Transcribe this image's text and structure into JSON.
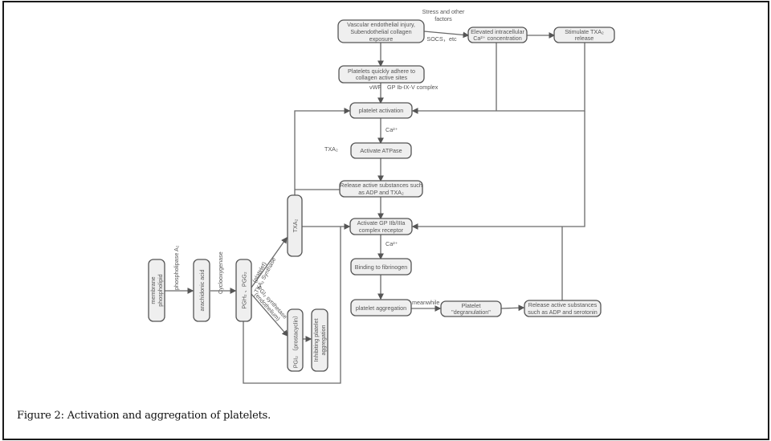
{
  "figure": {
    "caption_label": "Figure 2:",
    "caption_text": " Activation and aggregation of platelets."
  },
  "nodes": {
    "vascular_injury": [
      "Vascular endothelial injury,",
      "Subendothelial collagen",
      "exposure"
    ],
    "elevated_ca": [
      "Elevated intracellular",
      "Ca²⁺ concentration"
    ],
    "stimulate_txa2": [
      "Stimulate TXA₂",
      "release"
    ],
    "platelets_adhere": [
      "Platelets quickly adhere to",
      "collagen active sites"
    ],
    "platelet_activation": [
      "platelet activation"
    ],
    "activate_atpase": [
      "Activate ATPase"
    ],
    "release_adp_txa2": [
      "Release active substances such",
      "as ADP and TXA₂"
    ],
    "activate_gp": [
      "Activate GP IIb/IIIa",
      "complex receptor"
    ],
    "binding_fibrinogen": [
      "Binding to fibrinogen"
    ],
    "platelet_aggregation": [
      "platelet aggregation"
    ],
    "degranulation": [
      "Platelet",
      "\"degranulation\""
    ],
    "release_adp_serotonin": [
      "Release active substances",
      "such as ADP and serotonin"
    ],
    "membrane_phospholipid": [
      "membrane",
      "phospholipid"
    ],
    "arachidonic_acid": [
      "arachidonic acid"
    ],
    "pgh2_pgg2": [
      "PGH₂ 、PGG₂"
    ],
    "txa2": [
      "TXA₂"
    ],
    "pgi2": [
      "PGI₂ （prostacyclin）"
    ],
    "inhibiting": [
      "Inhibiting platelet",
      "aggregation"
    ]
  },
  "labels": {
    "stress_factors": [
      "Stress and other",
      "factors"
    ],
    "socs": "SOCS，etc",
    "vwf": "vWF",
    "gp_ib": "GP Ib-IX-V complex",
    "ca_1": "Ca²⁺",
    "txa2_side": "TXA₂",
    "ca_2": "Ca²⁺",
    "meanwhile": "meanwhile",
    "phospholipase": "phospholipase A₂",
    "cyclooxygenase": "Cyclooxygenase",
    "txa2_synthase": [
      "(platelet)",
      "TXA₂ Synthase"
    ],
    "pgi2_synthetase": [
      "PGI₂ synthetase",
      "(endothelium)"
    ]
  }
}
